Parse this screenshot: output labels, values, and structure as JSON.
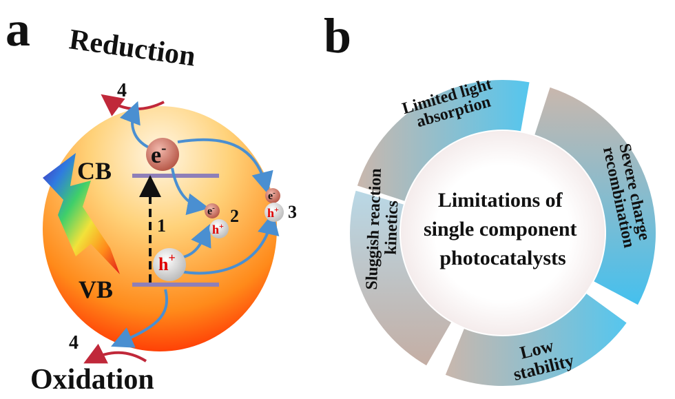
{
  "panel_a": {
    "label": "a",
    "reduction": "Reduction",
    "oxidation": "Oxidation",
    "cb": "CB",
    "vb": "VB",
    "electron": "e",
    "electron_sup": "-",
    "hole": "h",
    "hole_sup": "+",
    "step1": "1",
    "step2": "2",
    "step3": "3",
    "step4_top": "4",
    "step4_bottom": "4",
    "small_e": "e",
    "small_e_sup": "-",
    "small_h": "h",
    "small_h_sup": "+",
    "small_e3": "e",
    "small_e3_sup": "-",
    "small_h3": "h",
    "small_h3_sup": "+"
  },
  "panel_b": {
    "label": "b",
    "center_line1": "Limitations of",
    "center_line2": "single component",
    "center_line3": "photocatalysts",
    "seg_top_line1": "Limited light",
    "seg_top_line2": "absorption",
    "seg_right_line1": "Severe charge",
    "seg_right_line2": "recombination",
    "seg_bottom_line1": "Low",
    "seg_bottom_line2": "stability",
    "seg_left_line1": "Sluggish reaction",
    "seg_left_line2": "kinetics"
  },
  "colors": {
    "electron": "#d9877a",
    "hole": "#e0e0e0",
    "arrow_blue": "#4a8fd1",
    "arrow_red": "#c0283a",
    "band": "#8e7fb8",
    "ring_blue": "#4fc2ec",
    "ring_tan": "#c4b0a6"
  }
}
